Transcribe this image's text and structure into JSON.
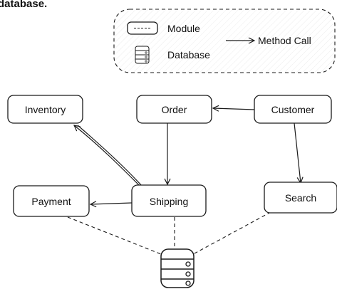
{
  "header_fragment": "database.",
  "legend": {
    "module_label": "Module",
    "database_label": "Database",
    "method_call_label": "Method Call"
  },
  "modules": {
    "inventory": "Inventory",
    "order": "Order",
    "customer": "Customer",
    "payment": "Payment",
    "shipping": "Shipping",
    "search": "Search"
  },
  "method_calls": [
    {
      "from": "Customer",
      "to": "Order"
    },
    {
      "from": "Order",
      "to": "Shipping"
    },
    {
      "from": "Shipping",
      "to": "Inventory"
    },
    {
      "from": "Shipping",
      "to": "Payment"
    },
    {
      "from": "Customer",
      "to": "Search"
    }
  ],
  "database_links": [
    "Payment",
    "Shipping",
    "Search"
  ],
  "colors": {
    "stroke": "#1a1a1a",
    "legend_hatch": "#e6e6e6",
    "background": "#ffffff"
  }
}
